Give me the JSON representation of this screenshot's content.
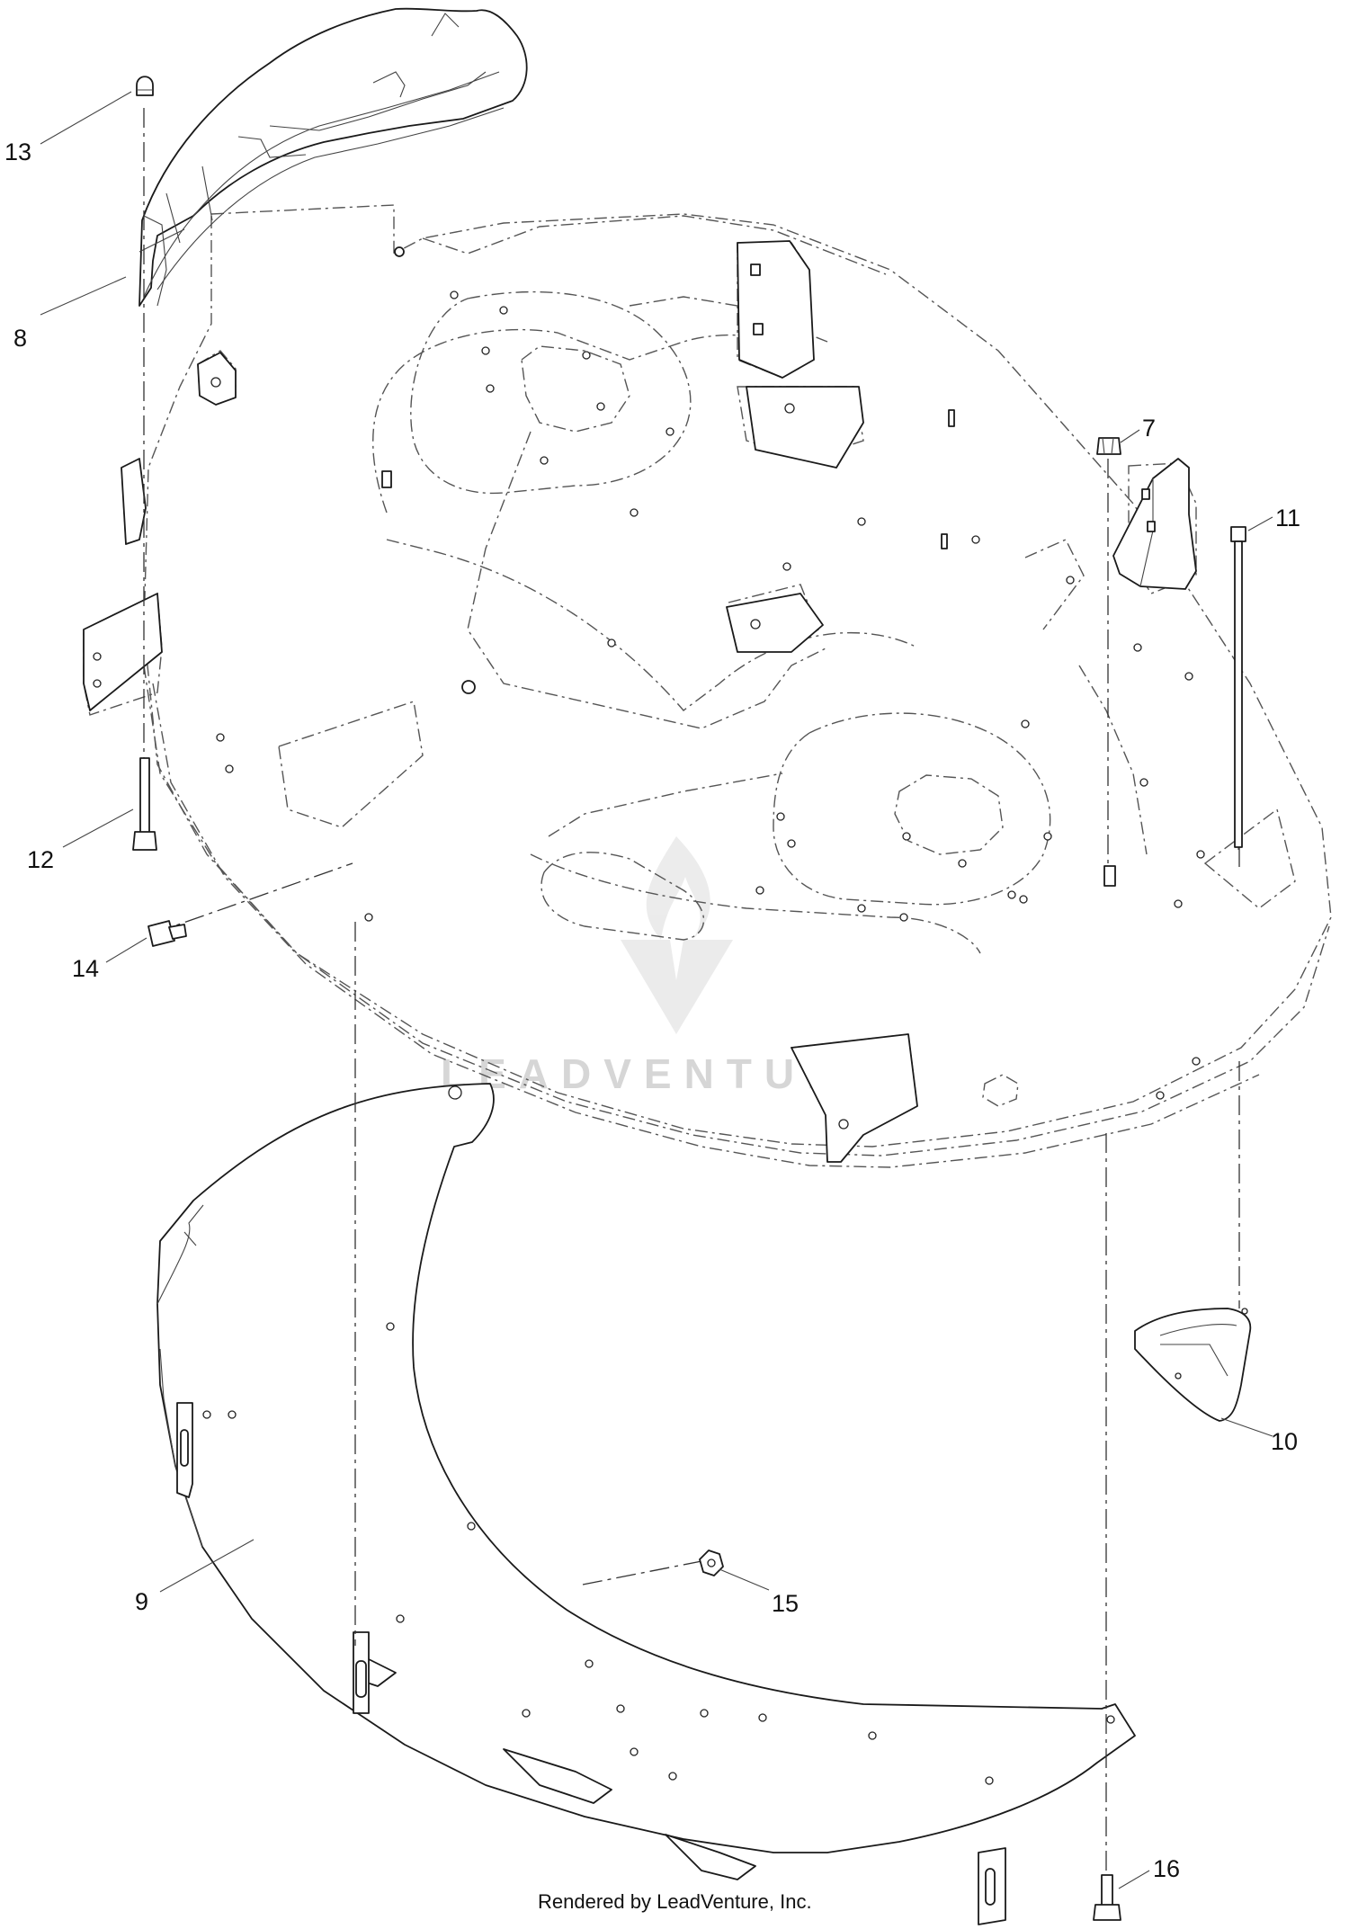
{
  "callouts": [
    {
      "id": "7",
      "label": "7"
    },
    {
      "id": "8",
      "label": "8"
    },
    {
      "id": "9",
      "label": "9"
    },
    {
      "id": "10",
      "label": "10"
    },
    {
      "id": "11",
      "label": "11"
    },
    {
      "id": "12",
      "label": "12"
    },
    {
      "id": "13",
      "label": "13"
    },
    {
      "id": "14",
      "label": "14"
    },
    {
      "id": "15",
      "label": "15"
    },
    {
      "id": "16",
      "label": "16"
    }
  ],
  "watermark": {
    "text": "LEADVENTURE"
  },
  "footer": {
    "credit": "Rendered by LeadVenture, Inc."
  }
}
